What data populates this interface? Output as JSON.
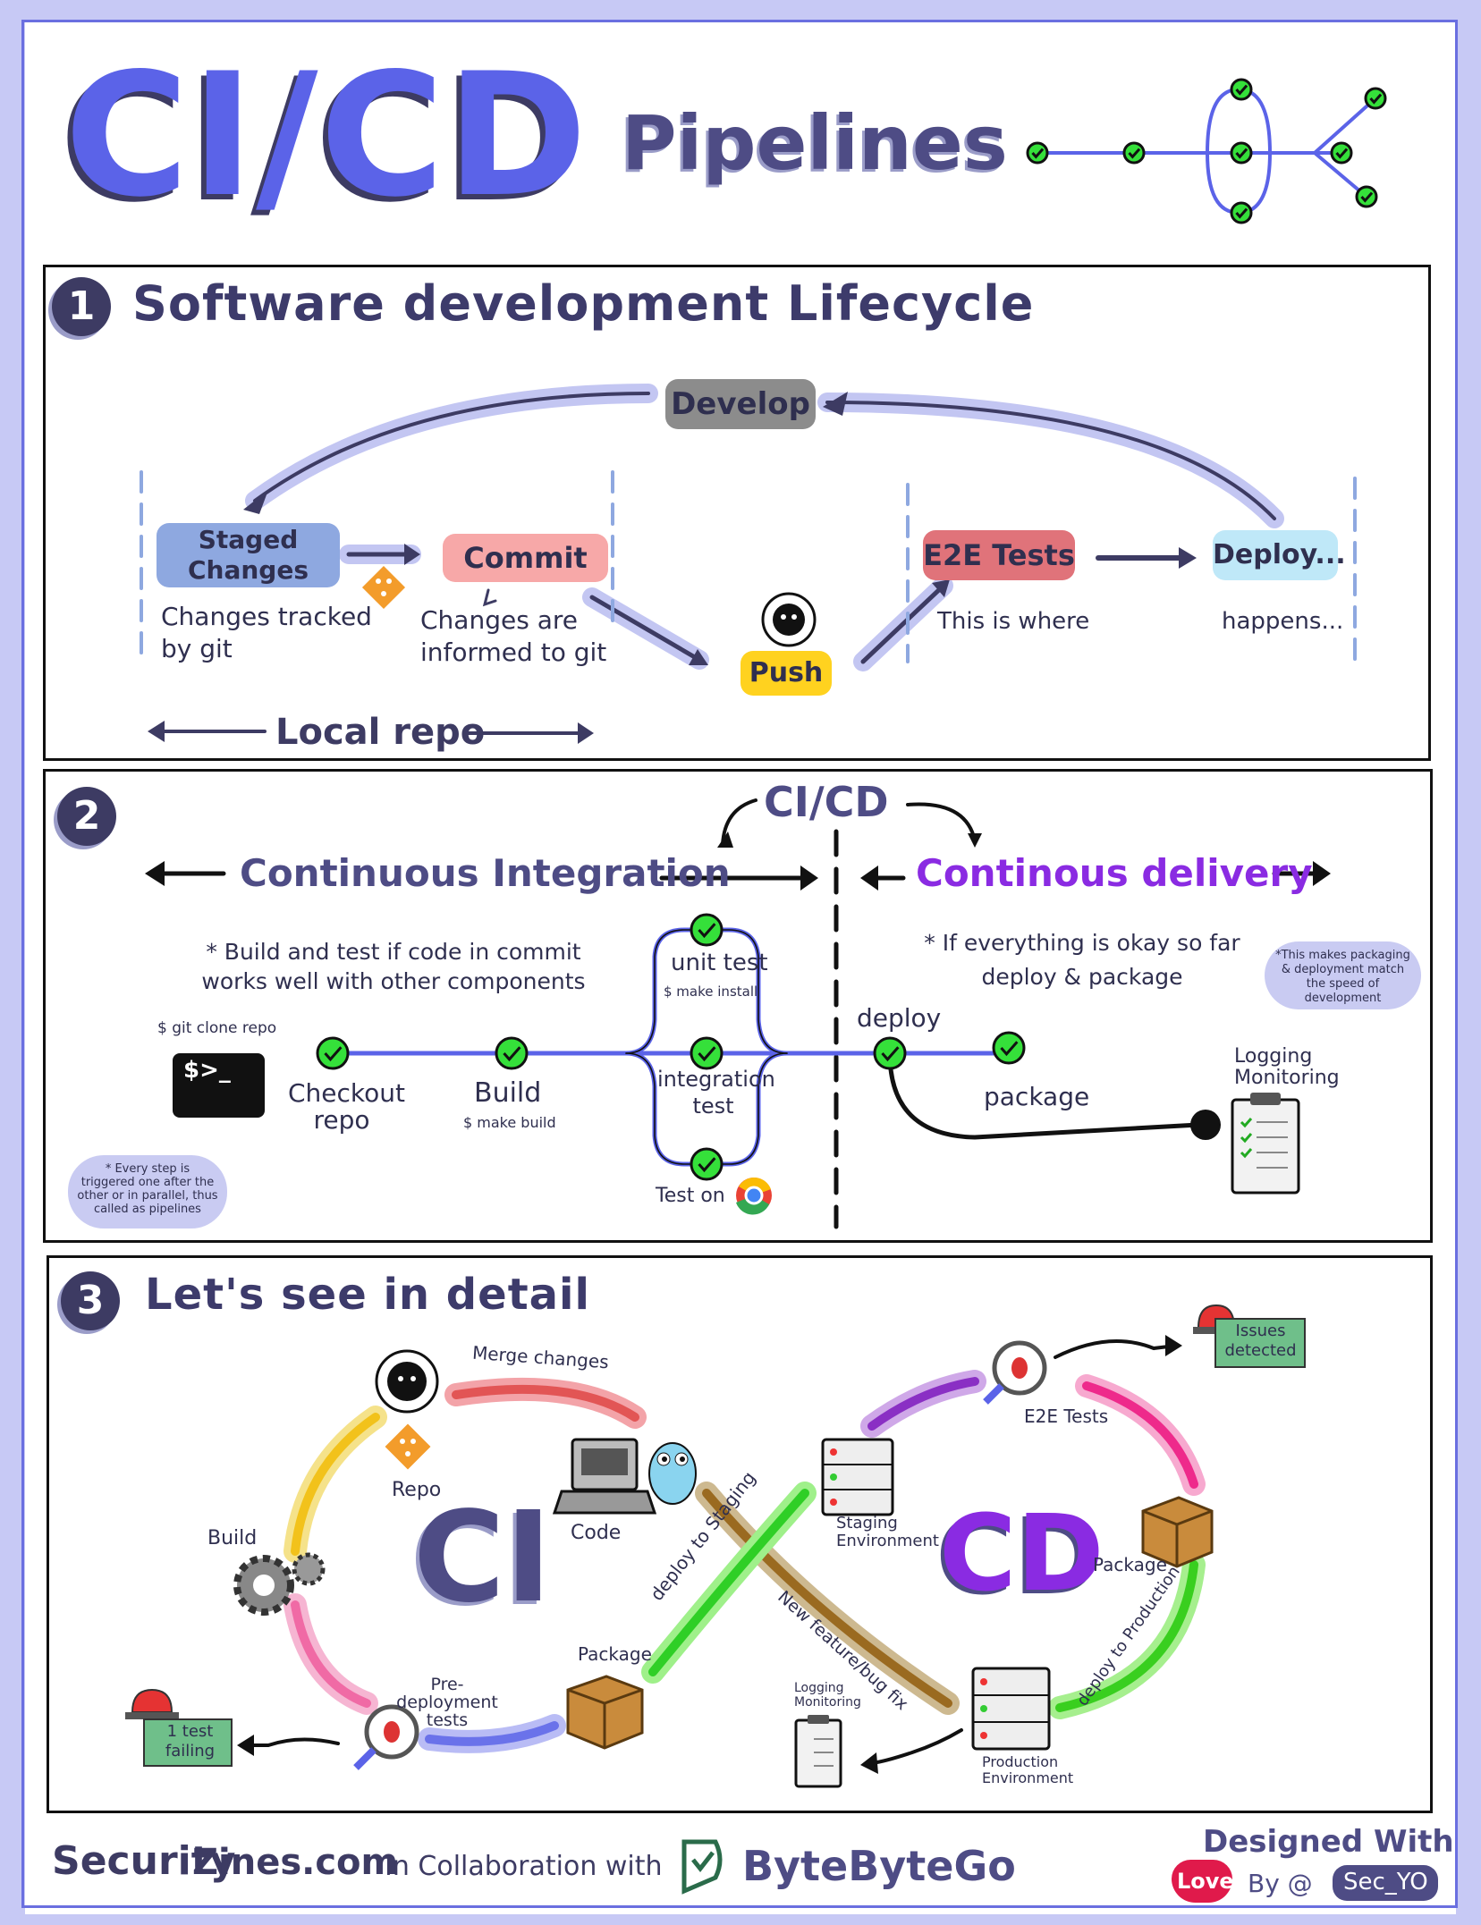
{
  "header": {
    "title_main": "CI/CD",
    "title_sub": "Pipelines"
  },
  "section1": {
    "number": "1",
    "title": "Software development Lifecycle",
    "develop": "Develop",
    "staged_changes": "Staged Changes",
    "staged_desc": "Changes tracked by git",
    "commit": "Commit",
    "commit_desc": "Changes are informed to git",
    "push": "Push",
    "e2e_tests": "E2E Tests",
    "e2e_desc": "This is where",
    "deploy": "Deploy...",
    "deploy_desc": "happens...",
    "local_repo": "Local repo"
  },
  "section2": {
    "number": "2",
    "cicd_label": "CI/CD",
    "continuous_integration": "Continuous Integration",
    "continuous_delivery": "Continous delivery",
    "ci_note": "* Build and test if code in commit works well with other components",
    "cd_note": "* If everything is okay so far deploy & package",
    "bubble_cd": "*This makes packaging & deployment match the speed of development",
    "bubble_steps": "* Every step is triggered one after the other or in parallel, thus called as pipelines",
    "git_clone": "$ git clone repo",
    "terminal": "$>_",
    "checkout": "Checkout repo",
    "build": "Build",
    "make_build": "$ make build",
    "unit_test": "unit test",
    "make_install": "$ make install",
    "integration_test": "integration test",
    "test_on": "Test on",
    "deploy": "deploy",
    "package": "package",
    "logging": "Logging Monitoring"
  },
  "section3": {
    "number": "3",
    "title": "Let's see in detail",
    "ci": "CI",
    "cd": "CD",
    "merge_changes": "Merge changes",
    "repo": "Repo",
    "code": "Code",
    "build": "Build",
    "pre_deployment": "Pre-deployment tests",
    "package_ci": "Package",
    "test_failing": "1 test failing",
    "deploy_staging": "deploy to Staging",
    "new_feature": "New feature/bug fix",
    "staging_env": "Staging Environment",
    "e2e_tests": "E2E Tests",
    "issues_detected": "Issues detected",
    "package_cd": "Package",
    "deploy_production": "deploy to Production",
    "production_env": "Production Environment",
    "logging": "Logging Monitoring"
  },
  "footer": {
    "security_zines": "Security",
    "zines": "Zines.com",
    "collab": "In Collaboration with",
    "bytebytego": "ByteByteGo",
    "designed_with": "Designed With",
    "love": "Love",
    "by": "By @",
    "handle": "Sec_YO"
  },
  "colors": {
    "accent": "#5b63e8",
    "navy": "#3d3b63",
    "check_green": "#35e03a",
    "push_yellow": "#ffd21f",
    "commit_pink": "#f7a8a8",
    "staged_blue": "#8ea8e0",
    "deploy_cyan": "#bfe8f8",
    "e2e_red": "#e0737a",
    "develop_gray": "#8c8c8c",
    "cd_purple": "#8a2be2"
  }
}
